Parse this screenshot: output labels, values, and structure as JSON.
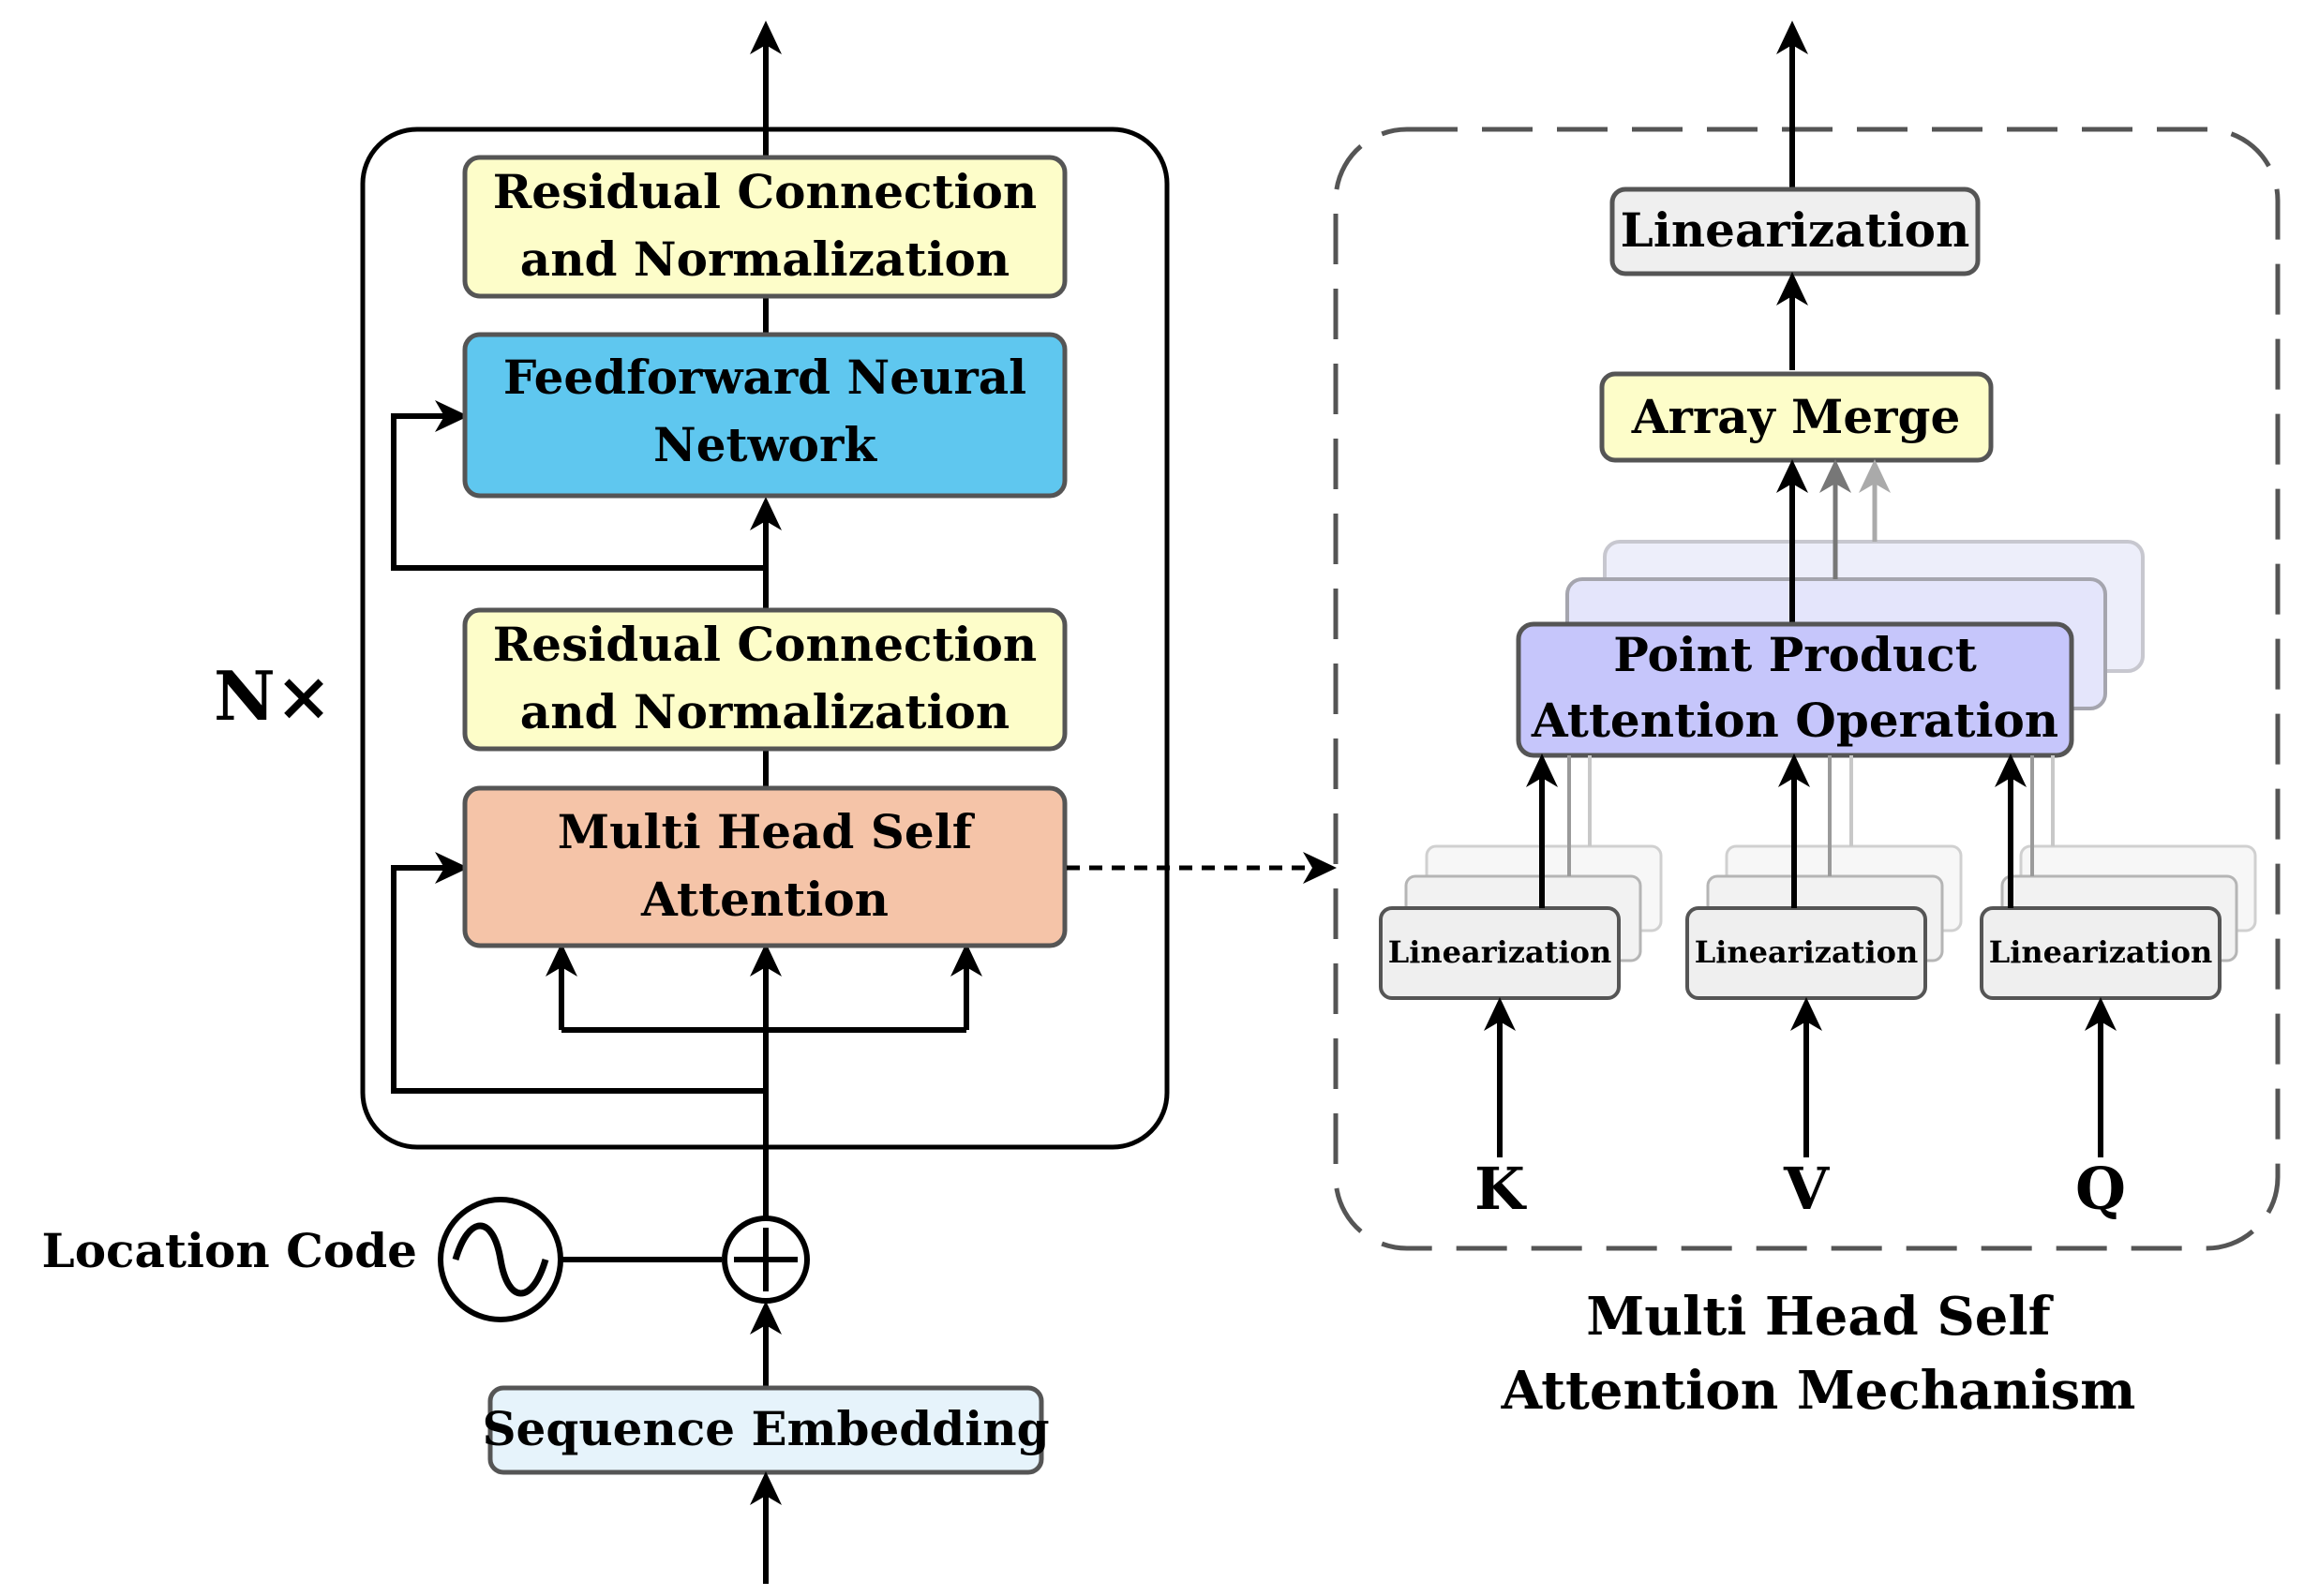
{
  "encoder": {
    "repeat_label": "N×",
    "blocks": {
      "residual_top": [
        "Residual Connection",
        "and Normalization"
      ],
      "feedforward": [
        "Feedforward Neural",
        "Network"
      ],
      "residual_bottom": [
        "Residual Connection",
        "and Normalization"
      ],
      "mhsa": [
        "Multi Head Self",
        "Attention"
      ]
    },
    "location_code": "Location Code",
    "sequence_embedding": "Sequence Embedding"
  },
  "mechanism": {
    "linearization_top": "Linearization",
    "array_merge": "Array Merge",
    "point_product": [
      "Point Product",
      "Attention Operation"
    ],
    "linearization_small": "Linearization",
    "inputs": {
      "k": "K",
      "v": "V",
      "q": "Q"
    },
    "caption": [
      "Multi Head Self",
      "Attention Mechanism"
    ]
  },
  "colors": {
    "residual_fill": "#fdfdc9",
    "feedforward_fill": "#5fc7ef",
    "mhsa_fill": "#f5c4a8",
    "embedding_fill": "#e6f3fb",
    "point_product_fill": "#c6c6fb",
    "gray_box_fill": "#efefef",
    "border": "#555555"
  }
}
